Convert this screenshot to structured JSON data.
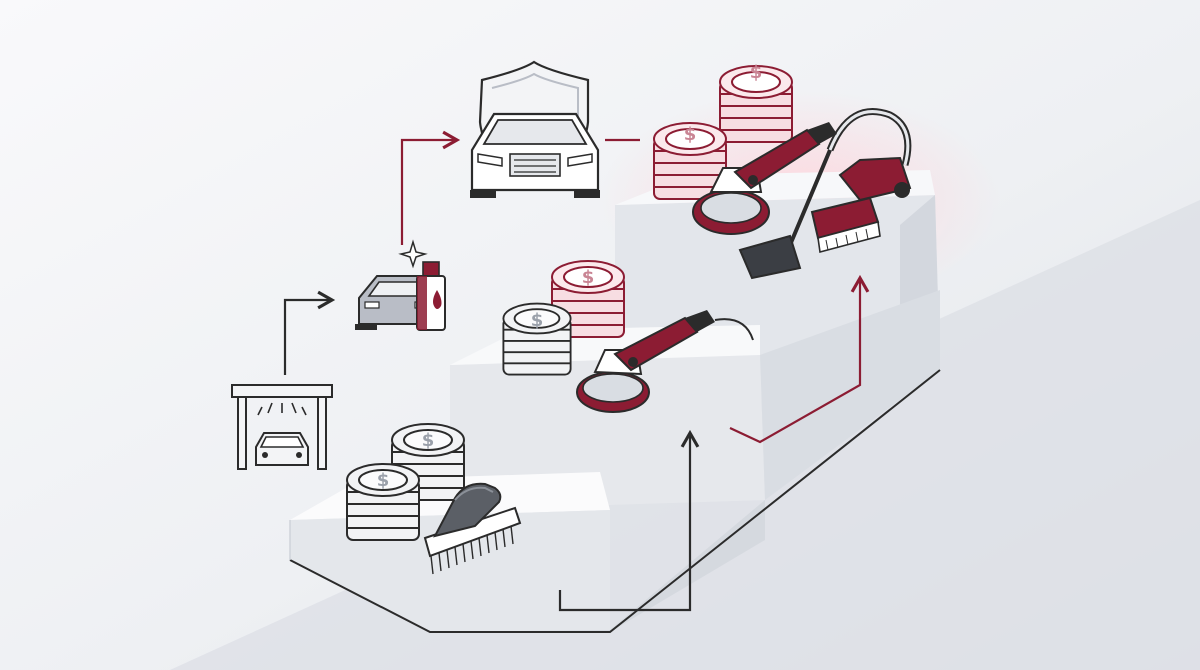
{
  "coin_symbol": "$",
  "colors": {
    "accent": "#8c1c33",
    "accent_light": "#d26a7c",
    "outline": "#2b2b2b",
    "coin_gray": "#f2f3f5",
    "coin_pink": "#f7dde2",
    "step_top": "#fafbfc",
    "step_front": "#e9ebef",
    "step_side": "#d7dbe2",
    "background": "#e6e8ed"
  },
  "tiers": [
    {
      "name": "basic-wash",
      "icon": "car-wash-icon",
      "tool": "scrub-brush-icon",
      "coin_stacks": 2,
      "coin_color": "gray"
    },
    {
      "name": "wax-and-polish",
      "icon": "car-wax-icon",
      "tool": "polisher-icon",
      "coin_stacks": 2,
      "coin_color": "mixed"
    },
    {
      "name": "full-protection",
      "icon": "shielded-car-icon",
      "tool": "polisher-vacuum-brush-icon",
      "coin_stacks": 2,
      "coin_color": "pink"
    }
  ]
}
